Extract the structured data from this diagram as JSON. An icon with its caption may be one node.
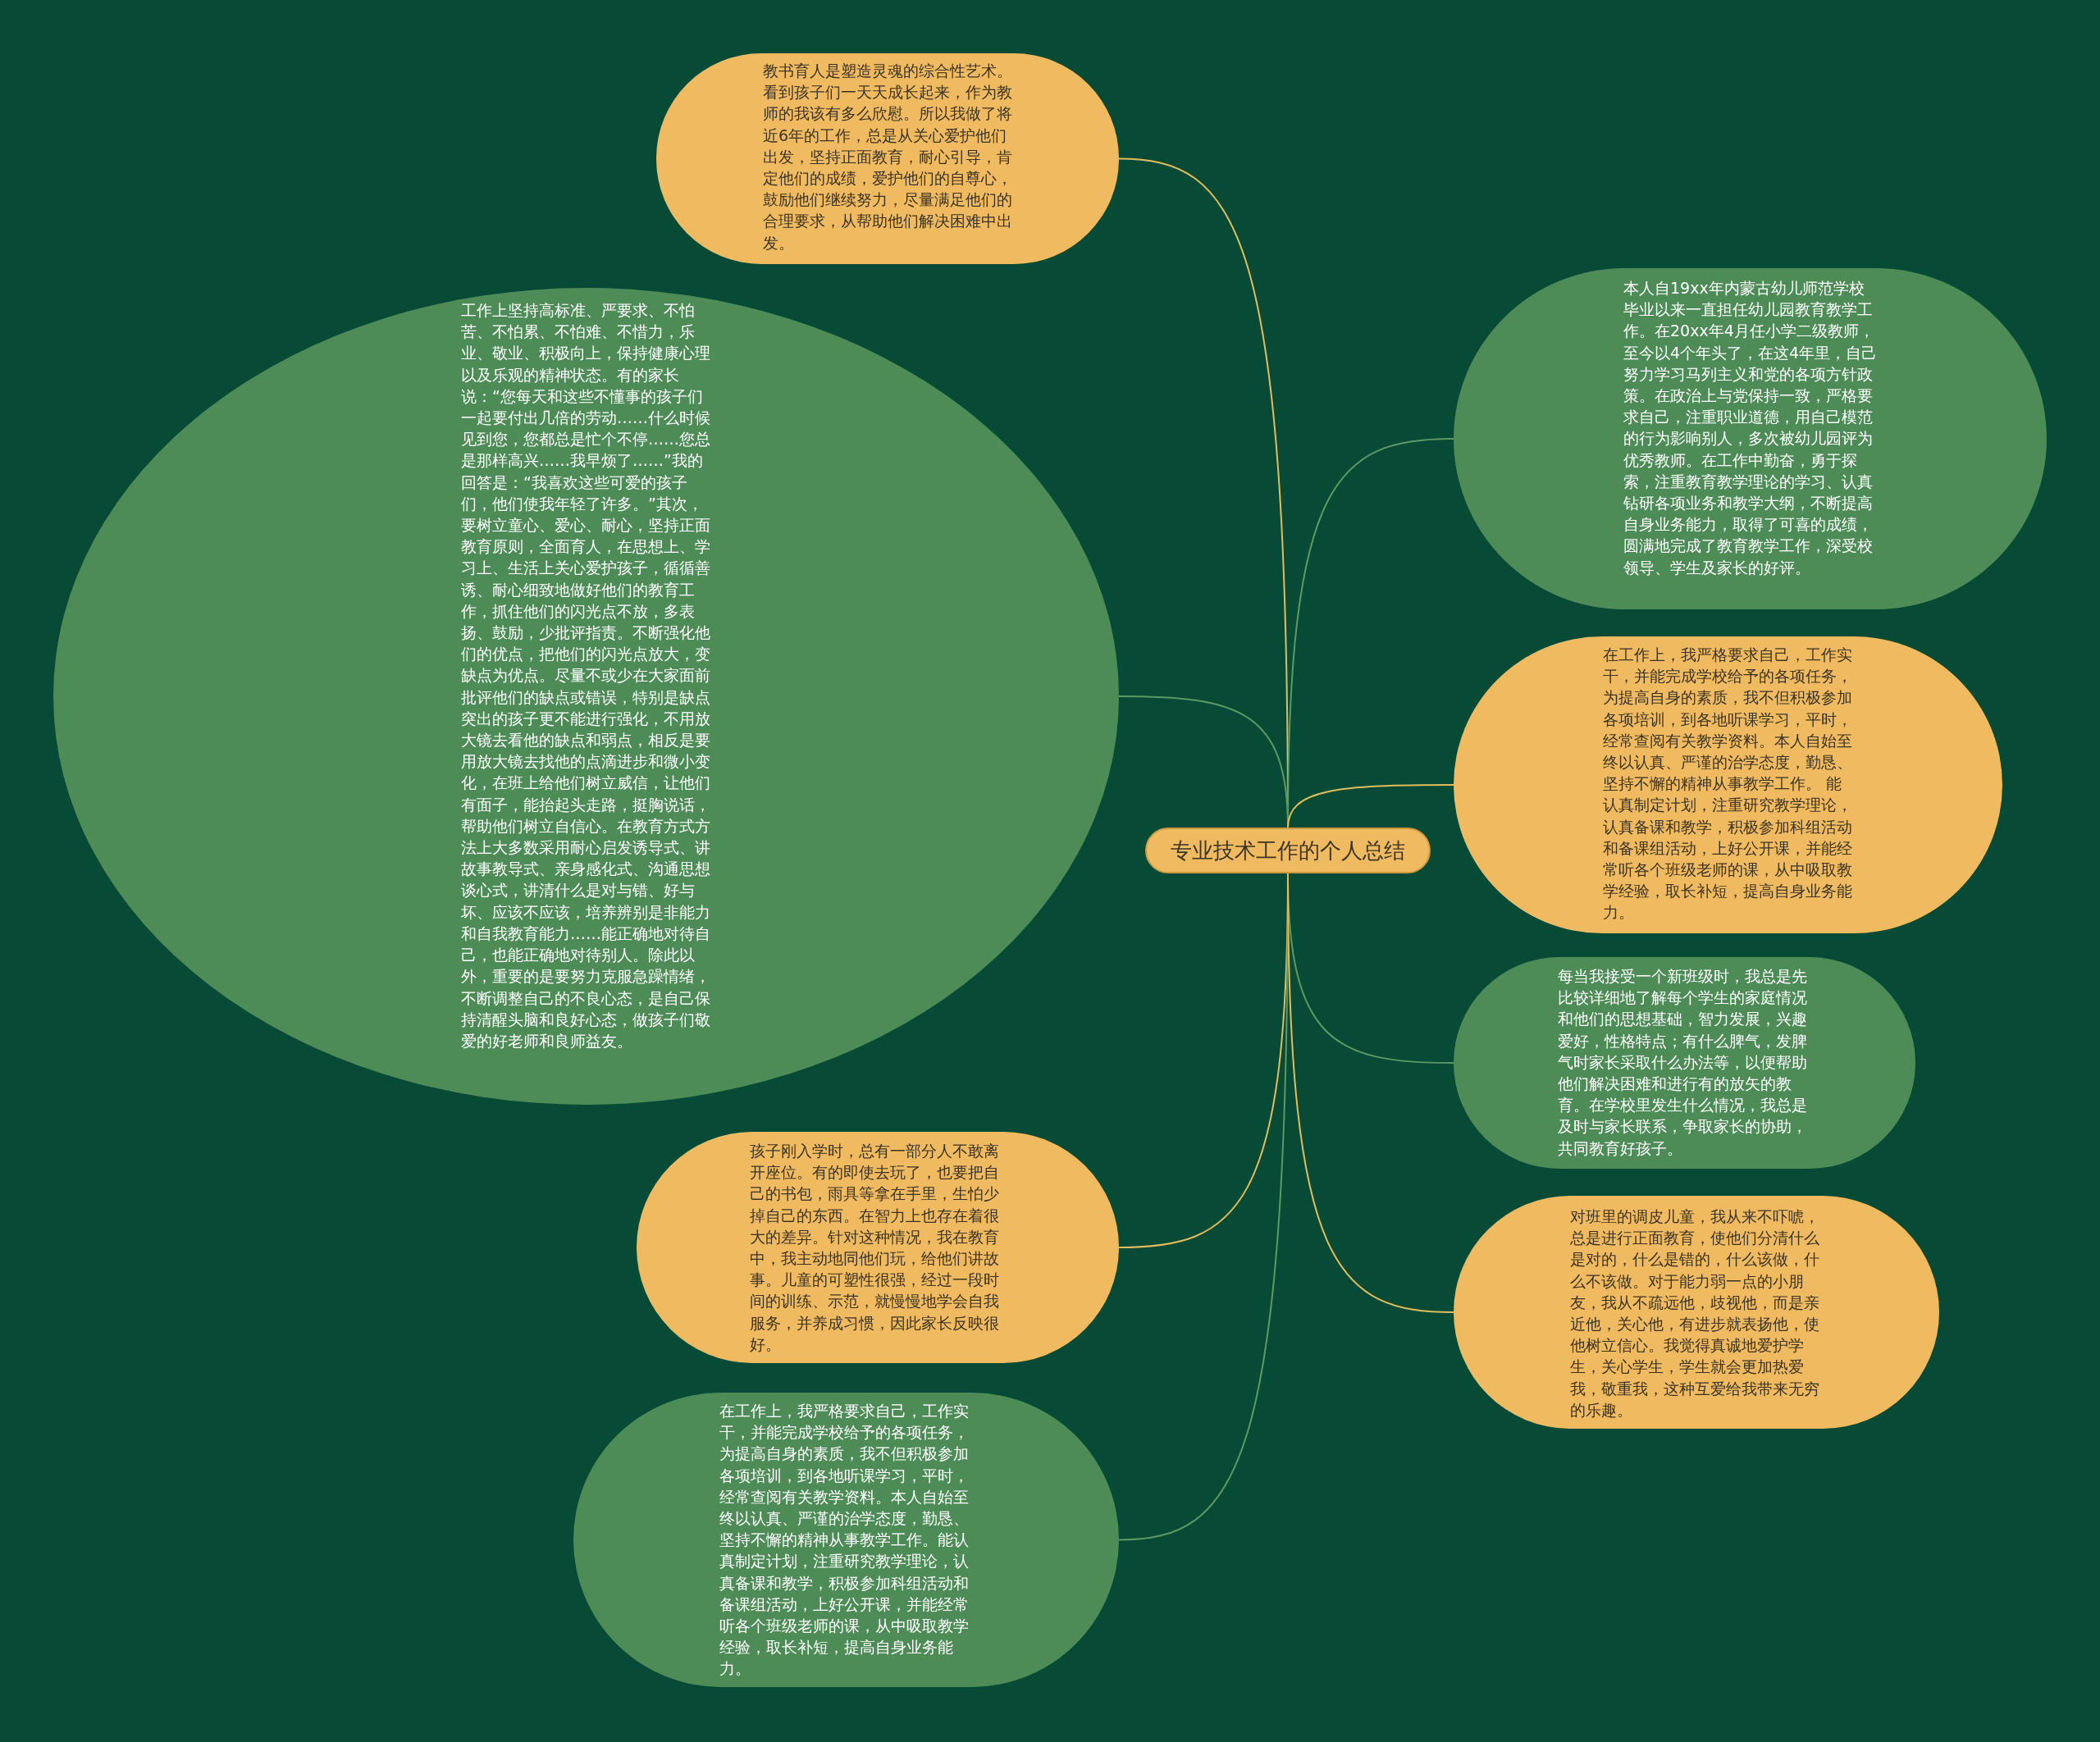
{
  "diagram": {
    "nodes": [
      {
        "text": [
          "专业技术工作的个人总结"
        ]
      },
      {
        "text": [
          "教书育人是塑造灵魂的综合性艺术。看到孩子们一天天成长起来，作为教师的我该有多么欣慰。所以我做了将近6年的工作，总是从关心爱护他们出发，坚持正面教育，耐心引导，肯定他们的成绩，爱护他们的自尊心，鼓励他们继续努力，尽量满足他们的合理要求，从帮助他们解决困难中出发。"
        ]
      },
      {
        "text": [
          "工作上坚持高标准、严要求、不怕苦、不怕累、不怕难、不惜力，乐业、敬业、积极向上，保持健康心理以及乐观的精神状态。有的家长说：“您每天和这些不懂事的孩子们一起要付出几倍的劳动……什么时候见到您，您都总是忙个不停……您总是那样高兴……我早烦了……”我的回答是：“我喜欢这些可爱的孩子们，他们使我年轻了许多。”其次，要树立童心、爱心、耐心，坚持正面教育原则，全面育人，在思想上、学习上、生活上关心爱护孩子，循循善诱、耐心细致地做好他们的教育工作，抓住他们的闪光点不放，多表扬、鼓励，少批评指责。不断强化他们的优点，把他们的闪光点放大，变缺点为优点。尽量不或少在大家面前批评他们的缺点或错误，特别是缺点突出的孩子更不能进行强化，不用放大镜去看他的缺点和弱点，相反是要用放大镜去找他的点滴进步和微小变化，在班上给他们树立威信，让他们有面子，能抬起头走路，挺胸说话，帮助他们树立自信心。在教育方式方法上大多数采用耐心启发诱导式、讲故事教导式、亲身感化式、沟通思想谈心式，讲清什么是对与错、好与坏、应该不应该，培养辨别是非能力和自我教育能力……能正确地对待自己，也能正确地对待别人。除此以外，重要的是要努力克服急躁情绪，不断调整自己的不良心态，是自己保持清醒头脑和良好心态，做孩子们敬爱的好老师和良师益友。"
        ]
      },
      {
        "text": [
          "孩子刚入学时，总有一部分人不敢离开座位。有的即使去玩了，也要把自己的书包，雨具等拿在手里，生怕少掉自己的东西。在智力上也存在着很大的差异。针对这种情况，我在教育中，我主动地同他们玩，给他们讲故事。儿童的可塑性很强，经过一段时间的训练、示范，就慢慢地学会自我服务，并养成习惯，因此家长反映很好。"
        ]
      },
      {
        "text": [
          "在工作上，我严格要求自己，工作实干，并能完成学校给予的各项任务，为提高自身的素质，我不但积极参加各项培训，到各地听课学习，平时，经常查阅有关教学资料。本人自始至终以认真、严谨的治学态度，勤恳、坚持不懈的精神从事教学工作。能认真制定计划，注重研究教学理论，认真备课和教学，积极参加科组活动和备课组活动，上好公开课，并能经常听各个班级老师的课，从中吸取教学经验，取长补短，提高自身业务能力。"
        ]
      },
      {
        "text": [
          "本人自19xx年内蒙古幼儿师范学校毕业以来一直担任幼儿园教育教学工作。在20xx年4月任小学二级教师，至今以4个年头了，在这4年里，自己努力学习马列主义和党的各项方针政策。在政治上与党保持一致，严格要求自己，注重职业道德，用自己模范的行为影响别人，多次被幼儿园评为优秀教师。在工作中勤奋，勇于探索，注重教育教学理论的学习、认真钻研各项业务和教学大纲，不断提高自身业务能力，取得了可喜的成绩，圆满地完成了教育教学工作，深受校领导、学生及家长的好评。"
        ]
      },
      {
        "text": [
          "在工作上，我严格要求自己，工作实干，并能完成学校给予的各项任务，为提高自身的素质，我不但积极参加各项培训，到各地听课学习，平时，经常查阅有关教学资料。本人自始至终以认真、严谨的治学态度，勤恳、坚持不懈的精神从事教学工作。 能认真制定计划，注重研究教学理论，认真备课和教学，积极参加科组活动和备课组活动，上好公开课，并能经常听各个班级老师的课，从中吸取教学经验，取长补短，提高自身业务能力。"
        ]
      },
      {
        "text": [
          "每当我接受一个新班级时，我总是先比较详细地了解每个学生的家庭情况和他们的思想基础，智力发展，兴趣爱好，性格特点；有什么脾气，发脾气时家长采取什么办法等，以便帮助他们解决困难和进行有的放矢的教育。在学校里发生什么情况，我总是及时与家长联系，争取家长的协助，共同教育好孩子。"
        ]
      },
      {
        "text": [
          "对班里的调皮儿童，我从来不吓唬，总是进行正面教育，使他们分清什么是对的，什么是错的，什么该做，什么不该做。对于能力弱一点的小朋友，我从不疏远他，歧视他，而是亲近他，关心他，有进步就表扬他，使他树立信心。我觉得真诚地爱护学生，关心学生，学生就会更加热爱我，敬重我，这种互爱给我带来无穷的乐趣。"
        ]
      }
    ],
    "edges": [
      {
        "from": 0,
        "to": 1,
        "arrow": "none",
        "color": "#e2bd5c"
      },
      {
        "from": 0,
        "to": 2,
        "arrow": "none",
        "color": "#5c9a62"
      },
      {
        "from": 0,
        "to": 3,
        "arrow": "none",
        "color": "#e2bd5c"
      },
      {
        "from": 0,
        "to": 4,
        "arrow": "none",
        "color": "#5c9a62"
      },
      {
        "from": 0,
        "to": 5,
        "arrow": "none",
        "color": "#5c9a62"
      },
      {
        "from": 0,
        "to": 6,
        "arrow": "none",
        "color": "#e2bd5c"
      },
      {
        "from": 0,
        "to": 7,
        "arrow": "none",
        "color": "#5c9a62"
      },
      {
        "from": 0,
        "to": 8,
        "arrow": "none",
        "color": "#e2bd5c"
      }
    ]
  }
}
